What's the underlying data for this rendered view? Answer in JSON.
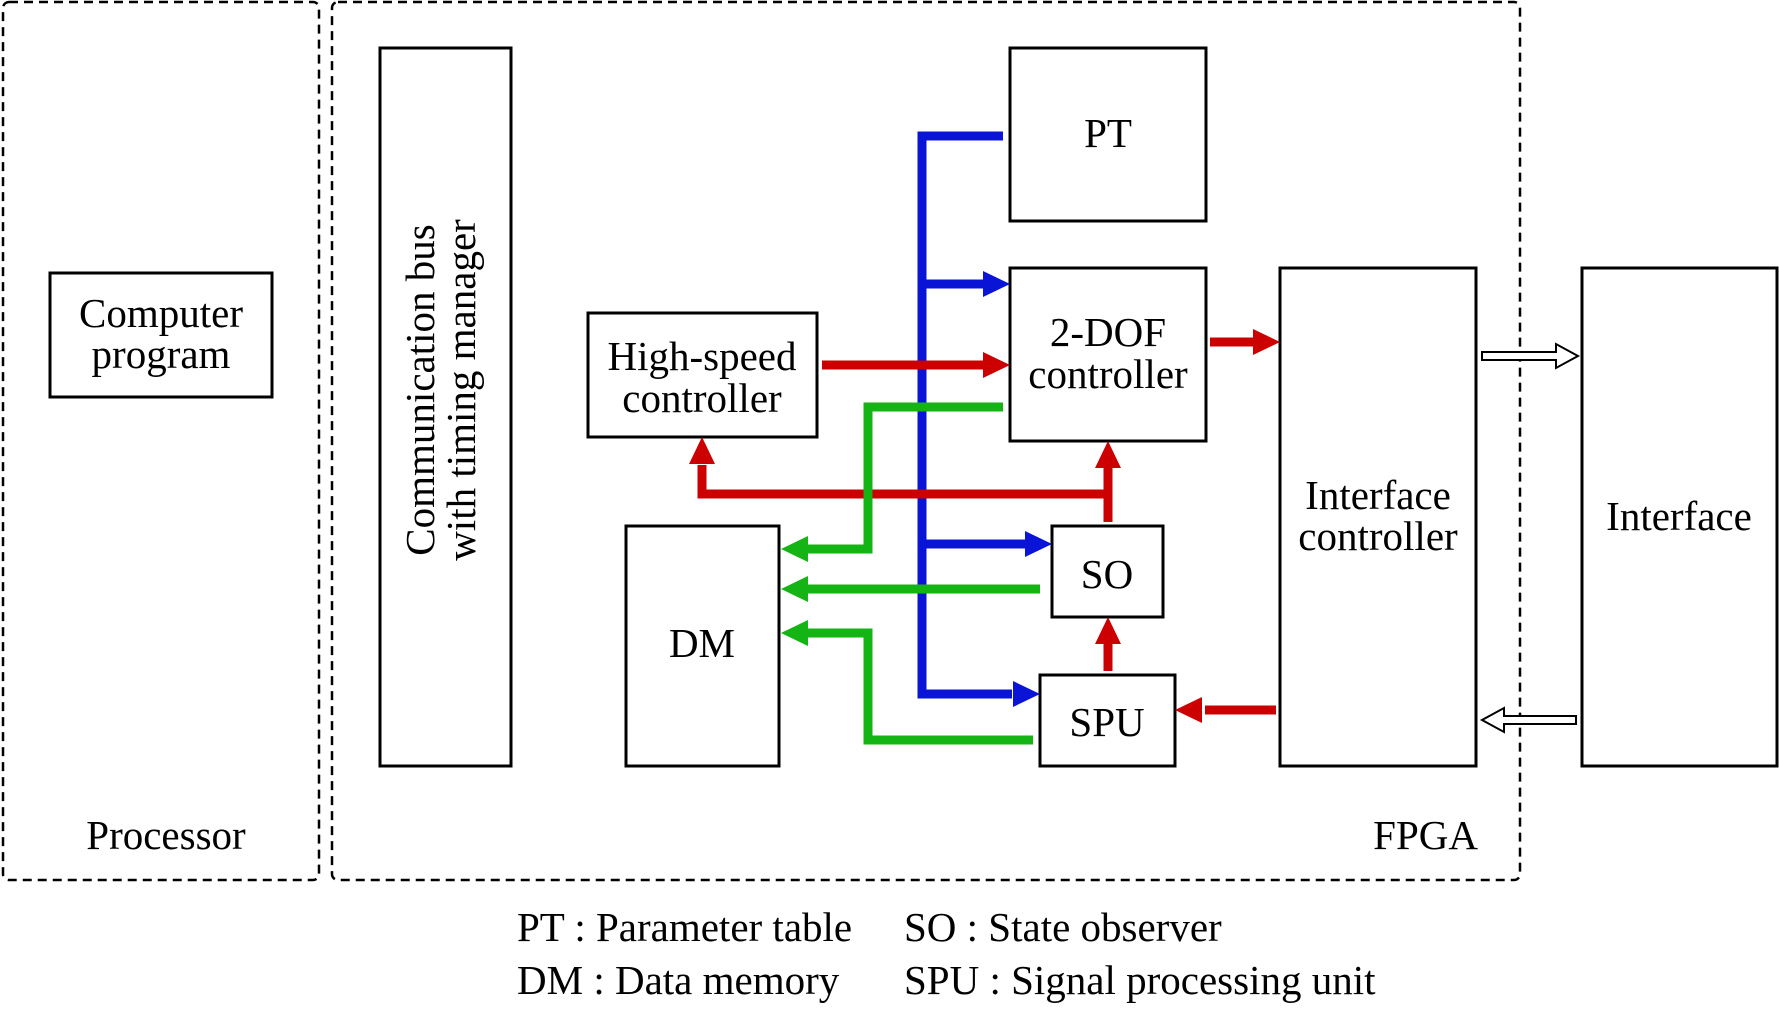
{
  "regions": {
    "processor": "Processor",
    "fpga": "FPGA"
  },
  "blocks": {
    "computer_program_line1": "Computer",
    "computer_program_line2": "program",
    "bus_line1": "Communication bus",
    "bus_line2": "with timing manager",
    "pt": "PT",
    "dof_line1": "2-DOF",
    "dof_line2": "controller",
    "highspeed_line1": "High-speed",
    "highspeed_line2": "controller",
    "dm": "DM",
    "so": "SO",
    "spu": "SPU",
    "ifctrl_line1": "Interface",
    "ifctrl_line2": "controller",
    "interface": "Interface"
  },
  "legend": {
    "pt": "PT : Parameter table",
    "so": "SO : State observer",
    "dm": "DM : Data memory",
    "spu": "SPU : Signal processing unit"
  },
  "colors": {
    "blue": "#0a14d6",
    "red": "#cc0000",
    "green": "#14b414"
  }
}
